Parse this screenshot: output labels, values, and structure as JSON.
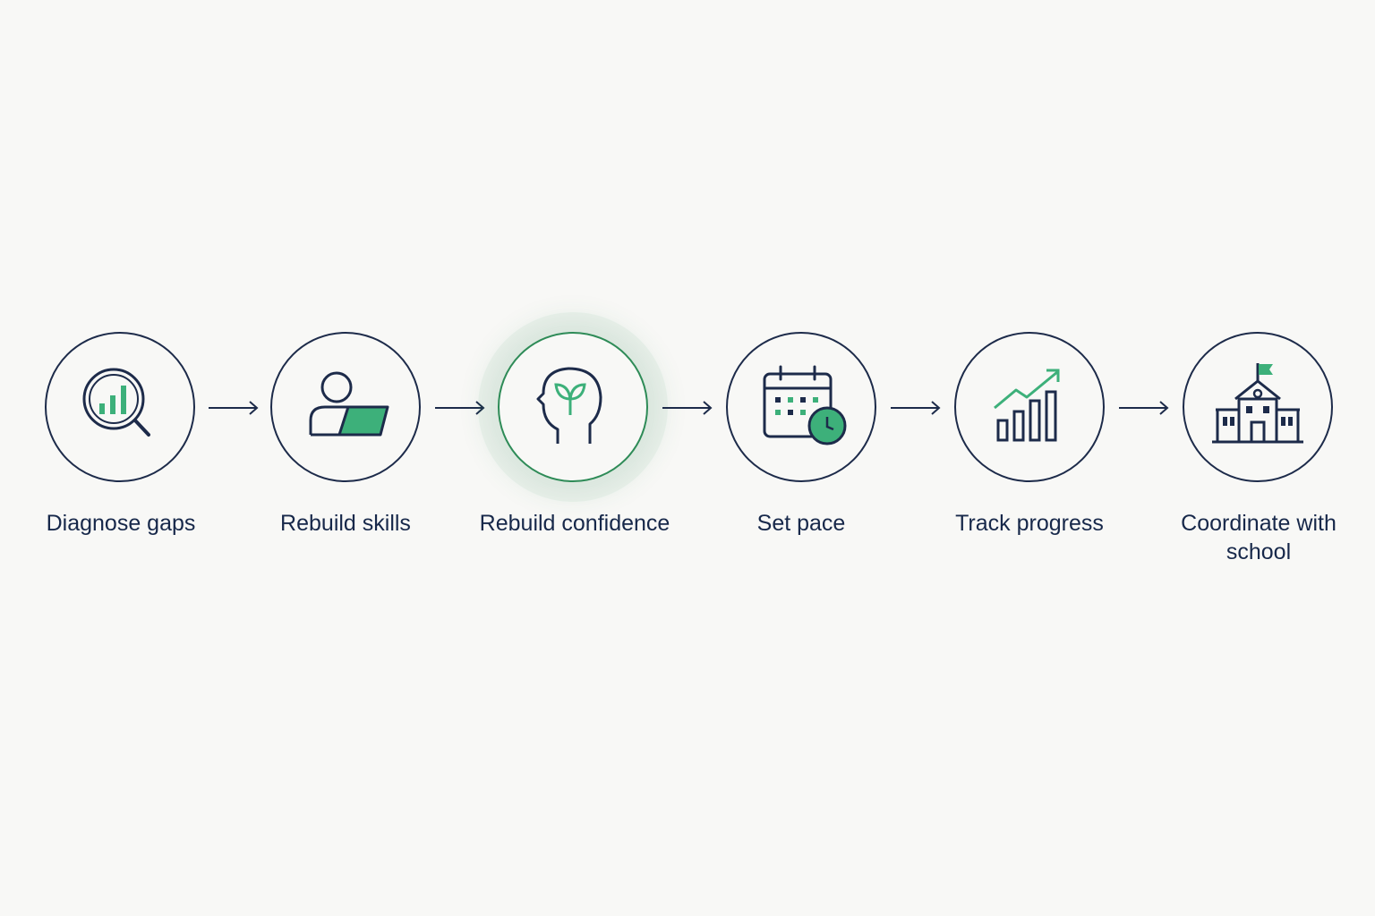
{
  "colors": {
    "ink": "#1d2b4a",
    "accent": "#3db07a",
    "accent_dark": "#2e8b57",
    "background": "#f8f8f6"
  },
  "steps": [
    {
      "label": "Diagnose gaps",
      "icon": "magnifier-chart-icon",
      "highlighted": false
    },
    {
      "label": "Rebuild skills",
      "icon": "person-laptop-icon",
      "highlighted": false
    },
    {
      "label": "Rebuild confidence",
      "icon": "head-sprout-icon",
      "highlighted": true
    },
    {
      "label": "Set pace",
      "icon": "calendar-clock-icon",
      "highlighted": false
    },
    {
      "label": "Track progress",
      "icon": "growth-chart-icon",
      "highlighted": false
    },
    {
      "label": "Coordinate with school",
      "icon": "school-building-icon",
      "highlighted": false
    }
  ]
}
